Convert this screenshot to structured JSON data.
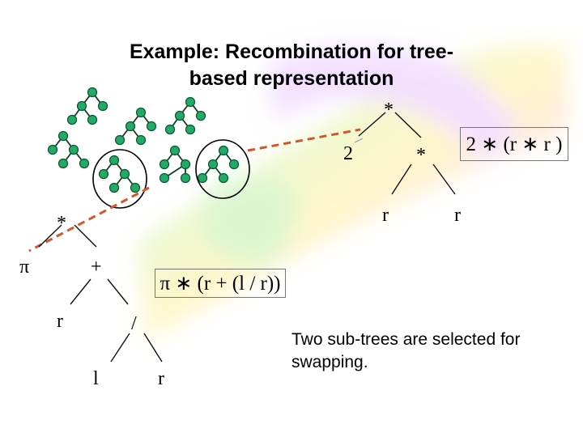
{
  "slide": {
    "title_line1": "Example: Recombination for tree-",
    "title_line2": "based representation",
    "caption": "Two sub-trees are selected for swapping."
  },
  "colors": {
    "node_fill": "#22aa66",
    "node_stroke": "#0a5530",
    "edge": "#0b3d22",
    "dash_line": "#d2552b",
    "tree_edge": "#111111"
  },
  "tree_right": {
    "root": "*",
    "left": "2",
    "mid": "*",
    "r1": "r",
    "r2": "r",
    "expression": "2 ∗ (r ∗ r )"
  },
  "tree_left": {
    "root": "*",
    "pi": "π",
    "plus": "+",
    "r": "r",
    "div": "/",
    "l": "l",
    "r2": "r",
    "expression": "π ∗ (r + (l / r))"
  }
}
